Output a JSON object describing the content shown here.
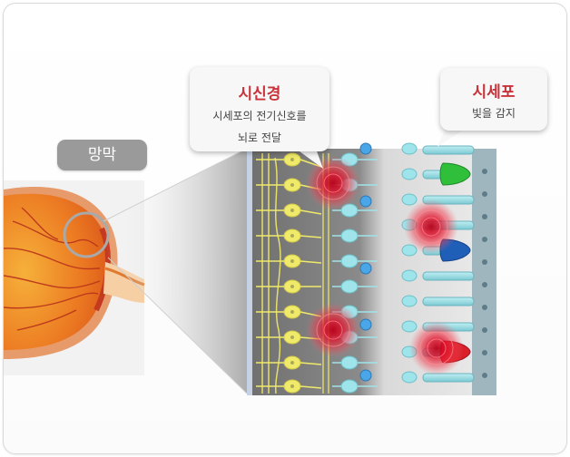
{
  "retina_label": "망막",
  "optic_nerve_callout": {
    "title": "시신경",
    "line1": "시세포의 전기신호를",
    "line2": "뇌로 전달"
  },
  "photoreceptor_callout": {
    "title": "시세포",
    "line1": "빛을 감지"
  },
  "colors": {
    "title_red": "#c8323a",
    "pill_gray": "#9a9a9a",
    "nerve_yellow": "#f0ea6a",
    "cell_cyan": "#9fe4ea",
    "cone_green": "#2fbf3a",
    "cone_blue": "#1f5fb8",
    "cone_red": "#d81f2a"
  }
}
